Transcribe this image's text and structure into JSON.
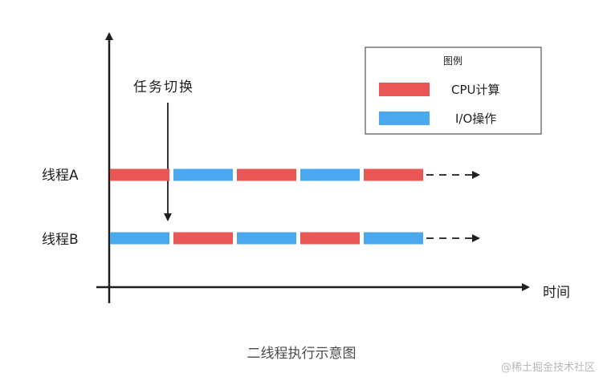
{
  "diagram": {
    "x_axis_label": "时间",
    "switch_label": "任务切换",
    "threads": [
      {
        "label": "线程A",
        "segments": [
          "cpu",
          "io",
          "cpu",
          "io",
          "cpu"
        ]
      },
      {
        "label": "线程B",
        "segments": [
          "io",
          "cpu",
          "io",
          "cpu",
          "io"
        ]
      }
    ],
    "legend": {
      "title": "图例",
      "items": [
        {
          "kind": "cpu",
          "label": "CPU计算"
        },
        {
          "kind": "io",
          "label": "I/O操作"
        }
      ]
    },
    "colors": {
      "cpu": "#e85656",
      "io": "#4aa8ee",
      "line": "#1f1f1f"
    }
  },
  "caption": "二线程执行示意图",
  "watermark": "@稀土掘金技术社区"
}
